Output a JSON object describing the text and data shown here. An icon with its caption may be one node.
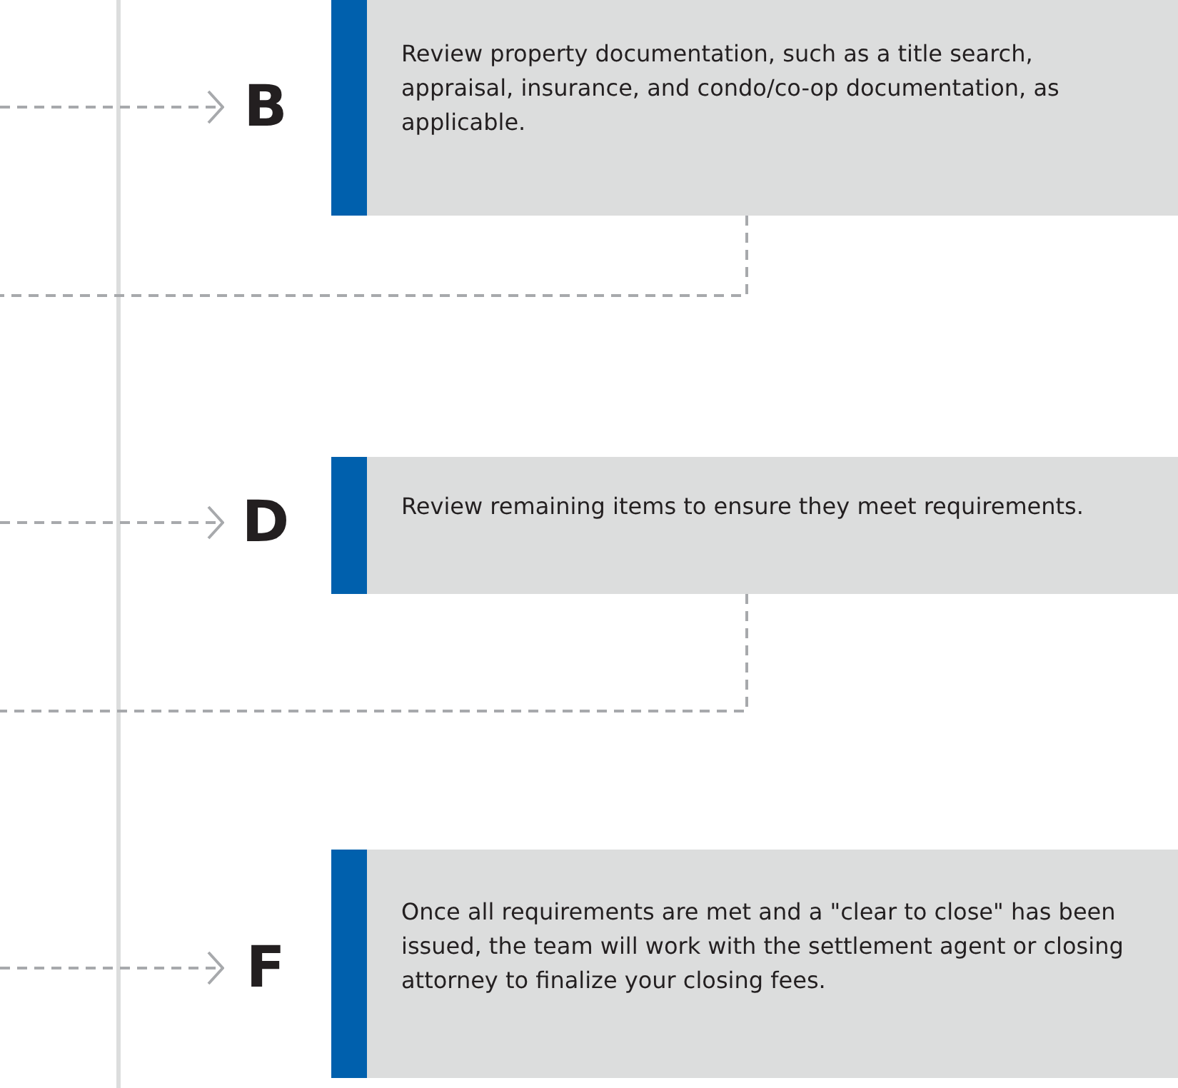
{
  "diagram": {
    "nodes": [
      {
        "text": [
          "B"
        ]
      },
      {
        "text": [
          "Review property documentation, such as a title search, appraisal, insurance, and condo/co-op documentation, as applicable."
        ]
      },
      {
        "text": [
          "D"
        ]
      },
      {
        "text": [
          "Review remaining items to ensure they meet requirements."
        ]
      },
      {
        "text": [
          "F"
        ]
      },
      {
        "text": [
          "Once all requirements are met and a \"clear to close\" has been issued, the team will work with the settlement agent or closing attorney to finalize your closing fees."
        ]
      }
    ],
    "edges": [
      {
        "from": null,
        "to": 0,
        "arrow": "to",
        "style": "dashed"
      },
      {
        "from": 1,
        "to": null,
        "arrow": "none",
        "style": "dashed"
      },
      {
        "from": null,
        "to": 2,
        "arrow": "to",
        "style": "dashed"
      },
      {
        "from": 3,
        "to": null,
        "arrow": "none",
        "style": "dashed"
      },
      {
        "from": null,
        "to": 4,
        "arrow": "to",
        "style": "dashed"
      }
    ]
  }
}
